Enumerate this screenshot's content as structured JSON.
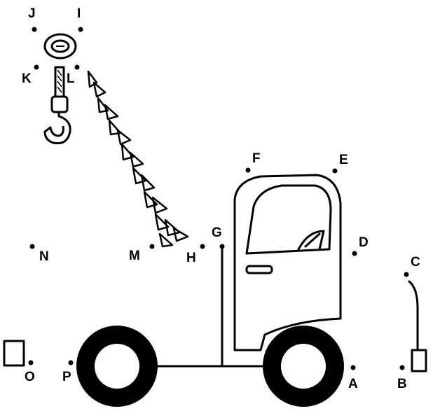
{
  "puzzle": {
    "points": [
      {
        "id": "dot-a",
        "label": "A"
      },
      {
        "id": "dot-b",
        "label": "B"
      },
      {
        "id": "dot-c",
        "label": "C"
      },
      {
        "id": "dot-d",
        "label": "D"
      },
      {
        "id": "dot-e",
        "label": "E"
      },
      {
        "id": "dot-f",
        "label": "F"
      },
      {
        "id": "dot-g",
        "label": "G"
      },
      {
        "id": "dot-h",
        "label": "H"
      },
      {
        "id": "dot-i",
        "label": "I"
      },
      {
        "id": "dot-j",
        "label": "J"
      },
      {
        "id": "dot-k",
        "label": "K"
      },
      {
        "id": "dot-l",
        "label": "L"
      },
      {
        "id": "dot-m",
        "label": "M"
      },
      {
        "id": "dot-n",
        "label": "N"
      },
      {
        "id": "dot-o",
        "label": "O"
      },
      {
        "id": "dot-p",
        "label": "P"
      }
    ],
    "colors": {
      "ink": "#000000",
      "paper": "#ffffff"
    },
    "icons": [
      "crane-truck-illustration",
      "pulley-icon",
      "hook-icon",
      "lattice-boom-icon",
      "wheel-icon"
    ]
  }
}
